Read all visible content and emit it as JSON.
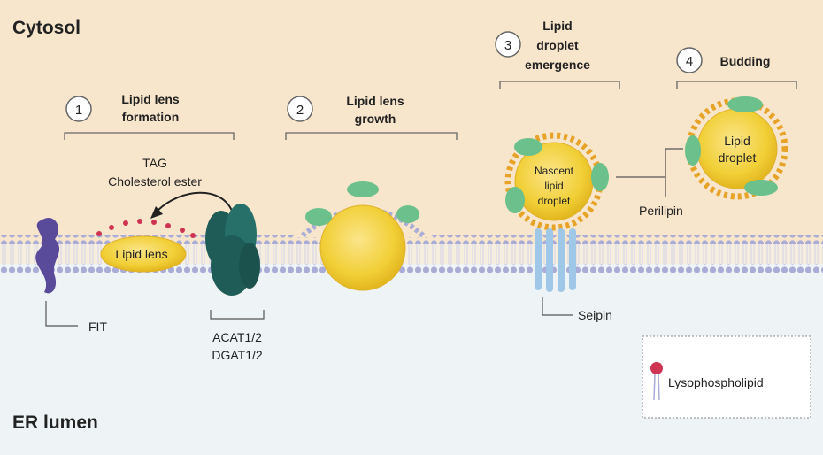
{
  "regions": {
    "top": "Cytosol",
    "bottom": "ER lumen"
  },
  "steps": [
    {
      "number": "1",
      "line1": "Lipid lens",
      "line2": "formation"
    },
    {
      "number": "2",
      "line1": "Lipid lens",
      "line2": "growth"
    },
    {
      "number": "3",
      "line1": "Lipid",
      "line2": "droplet",
      "line3": "emergence"
    },
    {
      "number": "4",
      "title": "Budding"
    }
  ],
  "labels": {
    "tag": "TAG",
    "cholesterol_ester": "Cholesterol ester",
    "lipid_lens": "Lipid lens",
    "fit": "FIT",
    "acat": "ACAT1/2",
    "dgat": "DGAT1/2",
    "nascent_1": "Nascent",
    "nascent_2": "lipid",
    "nascent_3": "droplet",
    "perilipin": "Perilipin",
    "seipin": "Seipin",
    "lipid_droplet_1": "Lipid",
    "lipid_droplet_2": "droplet"
  },
  "legend": {
    "lysophospholipid": "Lysophospholipid"
  },
  "colors": {
    "cytosol_bg": "#f8e6cc",
    "lumen_bg": "#eef4f5",
    "membrane_head": "#a9acd6",
    "lipid_core": "#f3d23c",
    "droplet_edge": "#e7a327",
    "perilipin": "#6cc08b",
    "fit": "#5a4a9a",
    "acat_dgat": "#205c57",
    "seipin": "#9ec7e8",
    "lysophospholipid": "#cf3553"
  }
}
